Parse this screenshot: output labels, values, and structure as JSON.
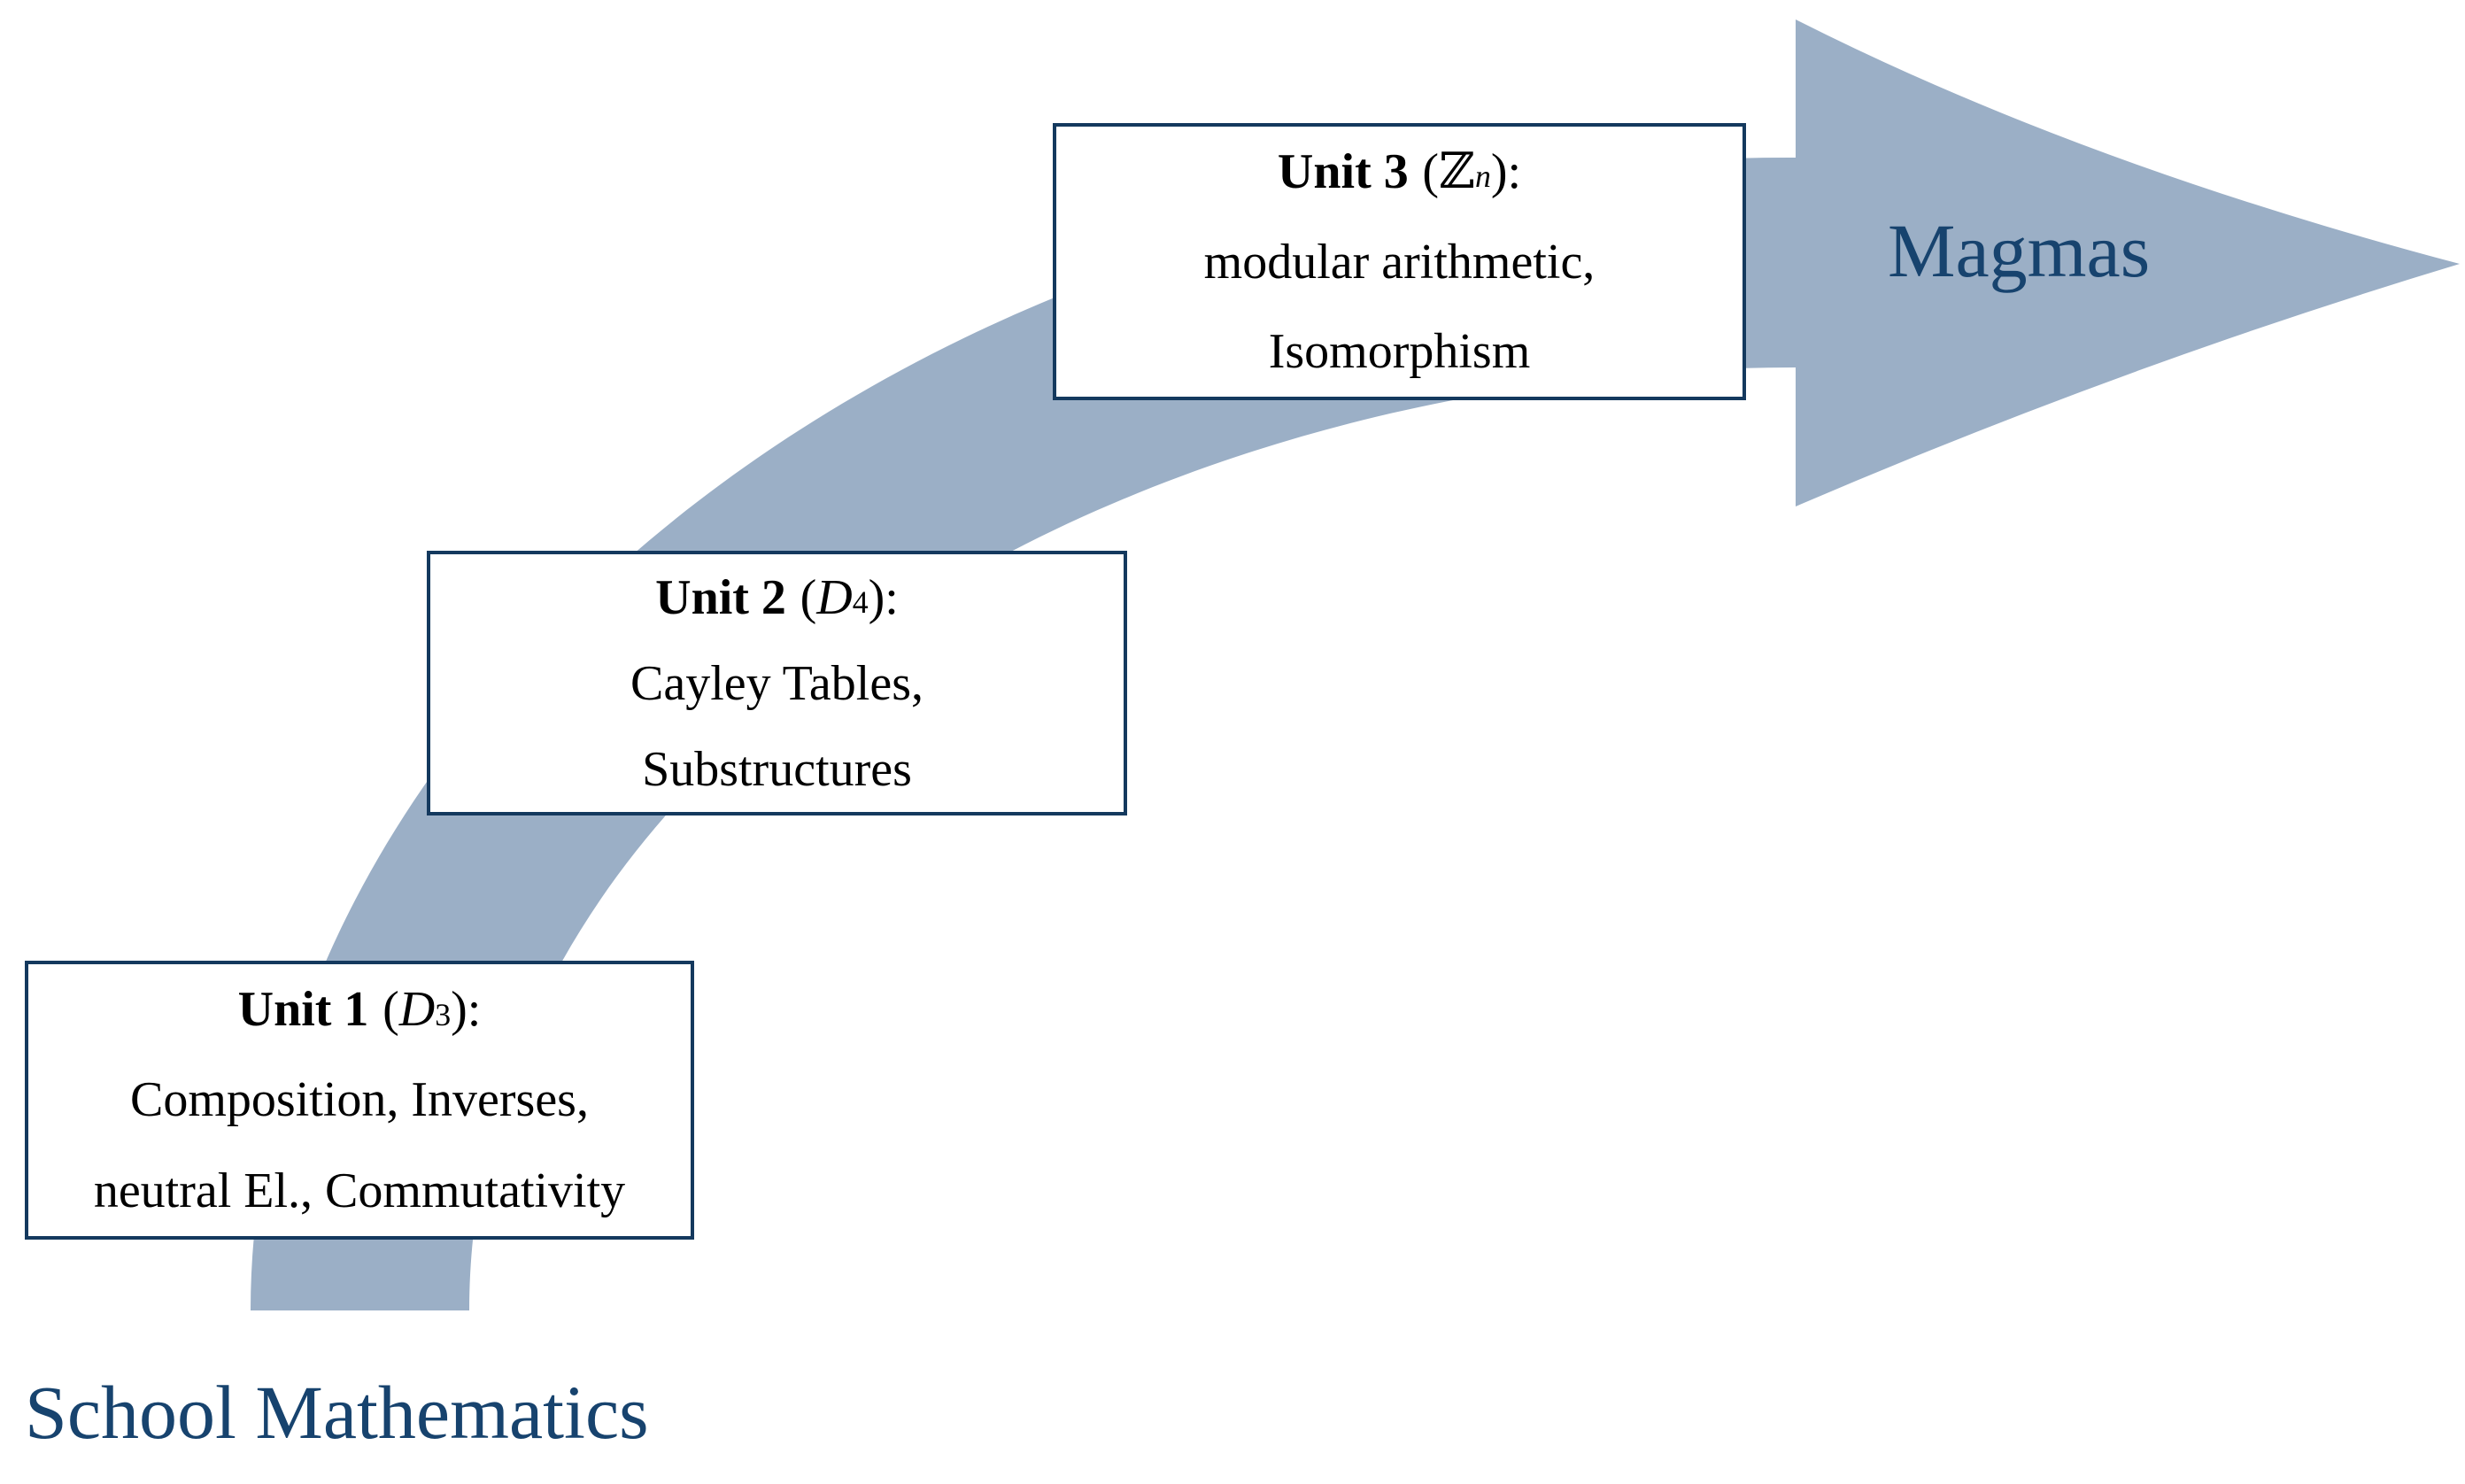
{
  "diagram": {
    "start_label": "School Mathematics",
    "end_label": "Magmas"
  },
  "units": [
    {
      "name": "Unit 1",
      "paren_open": "(",
      "structure_symbol": "D",
      "structure_subscript": "3",
      "paren_close": "):",
      "topics_line_1": "Composition, Inverses,",
      "topics_line_2": "neutral El., Commutativity"
    },
    {
      "name": "Unit 2",
      "paren_open": "(",
      "structure_symbol": "D",
      "structure_subscript": "4",
      "paren_close": "):",
      "topics_line_1": "Cayley Tables,",
      "topics_line_2": "Substructures"
    },
    {
      "name": "Unit 3",
      "paren_open": "(",
      "structure_symbol": "ℤ",
      "structure_subscript": "n",
      "paren_close": "):",
      "topics_line_1": "modular arithmetic,",
      "topics_line_2": "Isomorphism"
    }
  ],
  "colors": {
    "arrow": "#9BAFC6",
    "box_border": "#14395E",
    "label_text": "#17436E",
    "box_text": "#000000",
    "background": "#FFFFFF"
  }
}
